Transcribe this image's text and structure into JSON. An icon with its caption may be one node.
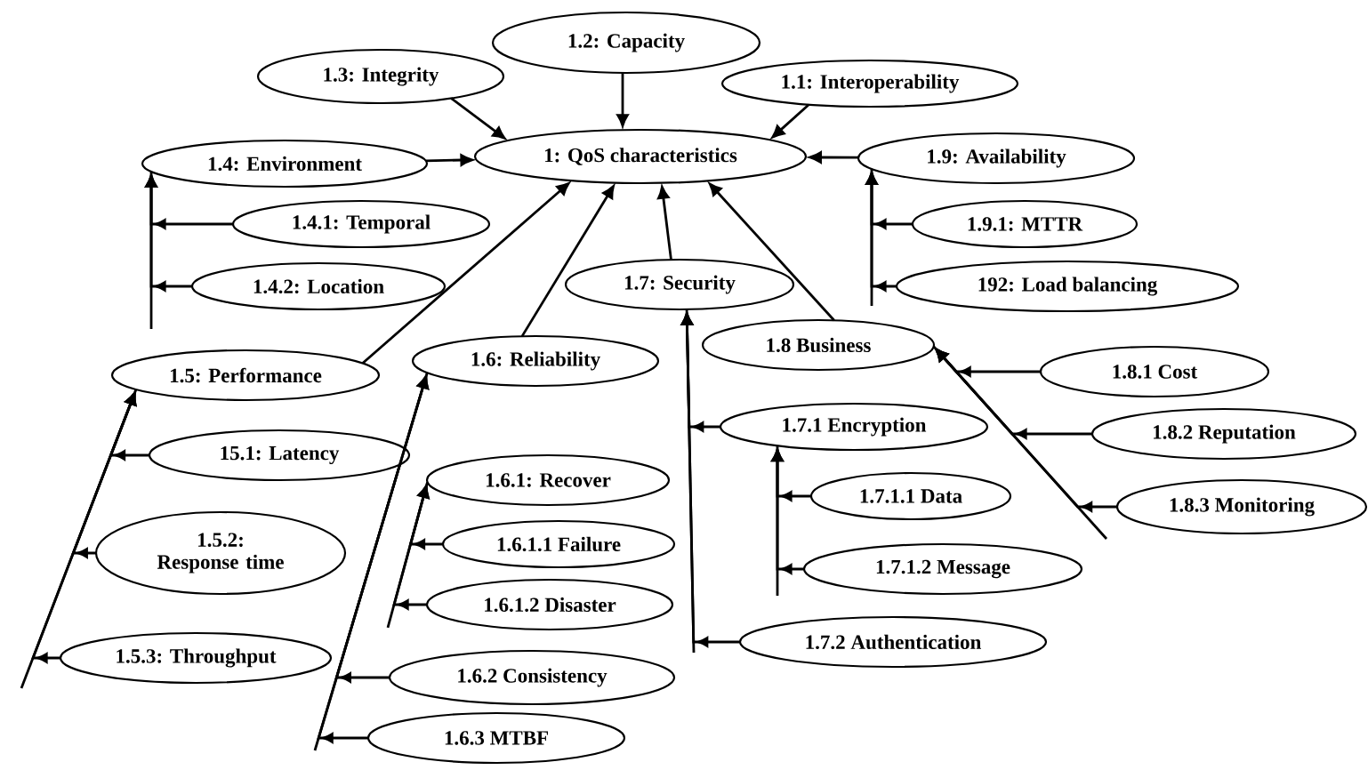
{
  "diagram": {
    "nodes": [
      {
        "text": [
          "1: QoS characteristics"
        ]
      },
      {
        "text": [
          "1.2: Capacity"
        ]
      },
      {
        "text": [
          "1.3: Integrity"
        ]
      },
      {
        "text": [
          "1.1: Interoperability"
        ]
      },
      {
        "text": [
          "1.4: Environment"
        ]
      },
      {
        "text": [
          "1.4.1: Temporal"
        ]
      },
      {
        "text": [
          "1.4.2: Location"
        ]
      },
      {
        "text": [
          "1.9: Availability"
        ]
      },
      {
        "text": [
          "1.9.1: MTTR"
        ]
      },
      {
        "text": [
          "192: Load balancing"
        ]
      },
      {
        "text": [
          "1.7: Security"
        ]
      },
      {
        "text": [
          "1.5: Performance"
        ]
      },
      {
        "text": [
          "1.6: Reliability"
        ]
      },
      {
        "text": [
          "1.8 Business"
        ]
      },
      {
        "text": [
          "1.8.1 Cost"
        ]
      },
      {
        "text": [
          "1.7.1 Encryption"
        ]
      },
      {
        "text": [
          "1.8.2 Reputation"
        ]
      },
      {
        "text": [
          "1.7.1.1 Data"
        ]
      },
      {
        "text": [
          "1.8.3 Monitoring"
        ]
      },
      {
        "text": [
          "15.1: Latency"
        ]
      },
      {
        "text": [
          "1.6.1: Recover"
        ]
      },
      {
        "text": [
          "1.6.1.1 Failure"
        ]
      },
      {
        "text": [
          "1.5.2: Response time"
        ]
      },
      {
        "text": [
          "1.7.1.2 Message"
        ]
      },
      {
        "text": [
          "1.6.1.2 Disaster"
        ]
      },
      {
        "text": [
          "1.7.2 Authentication"
        ]
      },
      {
        "text": [
          "1.5.3: Throughput"
        ]
      },
      {
        "text": [
          "1.6.2 Consistency"
        ]
      },
      {
        "text": [
          "1.6.3 MTBF"
        ]
      }
    ],
    "edges": [
      {
        "from": 1,
        "to": 0,
        "arrow": "to"
      },
      {
        "from": 2,
        "to": 0,
        "arrow": "to"
      },
      {
        "from": 3,
        "to": 0,
        "arrow": "to"
      },
      {
        "from": 4,
        "to": 0,
        "arrow": "to"
      },
      {
        "from": 7,
        "to": 0,
        "arrow": "to"
      },
      {
        "from": 10,
        "to": 0,
        "arrow": "to"
      },
      {
        "from": 11,
        "to": 0,
        "arrow": "to"
      },
      {
        "from": 12,
        "to": 0,
        "arrow": "to"
      },
      {
        "from": 13,
        "to": 0,
        "arrow": "to"
      },
      {
        "from": 5,
        "to": 4,
        "arrow": "to"
      },
      {
        "from": 6,
        "to": 4,
        "arrow": "to"
      },
      {
        "from": 8,
        "to": 7,
        "arrow": "to"
      },
      {
        "from": 9,
        "to": 7,
        "arrow": "to"
      },
      {
        "from": 19,
        "to": 11,
        "arrow": "to"
      },
      {
        "from": 22,
        "to": 11,
        "arrow": "to"
      },
      {
        "from": 26,
        "to": 11,
        "arrow": "to"
      },
      {
        "from": 27,
        "to": 12,
        "arrow": "to"
      },
      {
        "from": 28,
        "to": 12,
        "arrow": "to"
      },
      {
        "from": 21,
        "to": 20,
        "arrow": "to"
      },
      {
        "from": 24,
        "to": 20,
        "arrow": "to"
      },
      {
        "from": 15,
        "to": 10,
        "arrow": "to"
      },
      {
        "from": 25,
        "to": 10,
        "arrow": "to"
      },
      {
        "from": 17,
        "to": 15,
        "arrow": "to"
      },
      {
        "from": 23,
        "to": 15,
        "arrow": "to"
      },
      {
        "from": 14,
        "to": 13,
        "arrow": "to"
      },
      {
        "from": 16,
        "to": 13,
        "arrow": "to"
      },
      {
        "from": 18,
        "to": 13,
        "arrow": "to"
      }
    ]
  }
}
